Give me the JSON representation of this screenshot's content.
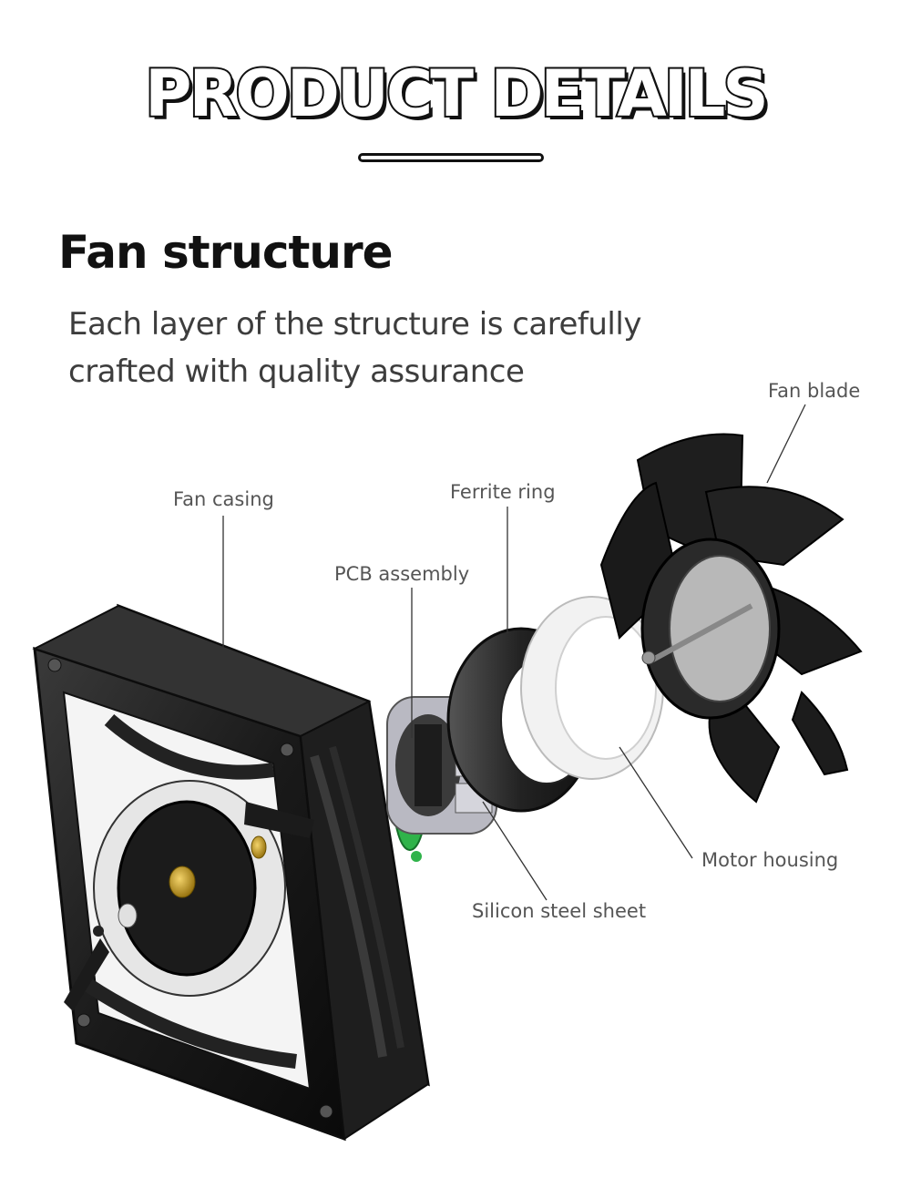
{
  "header": {
    "title": "PRODUCT DETAILS"
  },
  "section": {
    "title": "Fan structure",
    "description_line1": "Each layer of the structure is carefully",
    "description_line2": "crafted with quality assurance"
  },
  "callouts": {
    "fan_blade": "Fan blade",
    "fan_casing": "Fan casing",
    "ferrite_ring": "Ferrite ring",
    "pcb_assembly": "PCB assembly",
    "motor_housing": "Motor housing",
    "silicon_steel_sheet": "Silicon steel sheet"
  },
  "colors": {
    "pcb_green": "#2fb34a",
    "plastic_black": "#1c1c1c",
    "brass": "#c9a227",
    "housing_white": "#f2f2f2"
  }
}
